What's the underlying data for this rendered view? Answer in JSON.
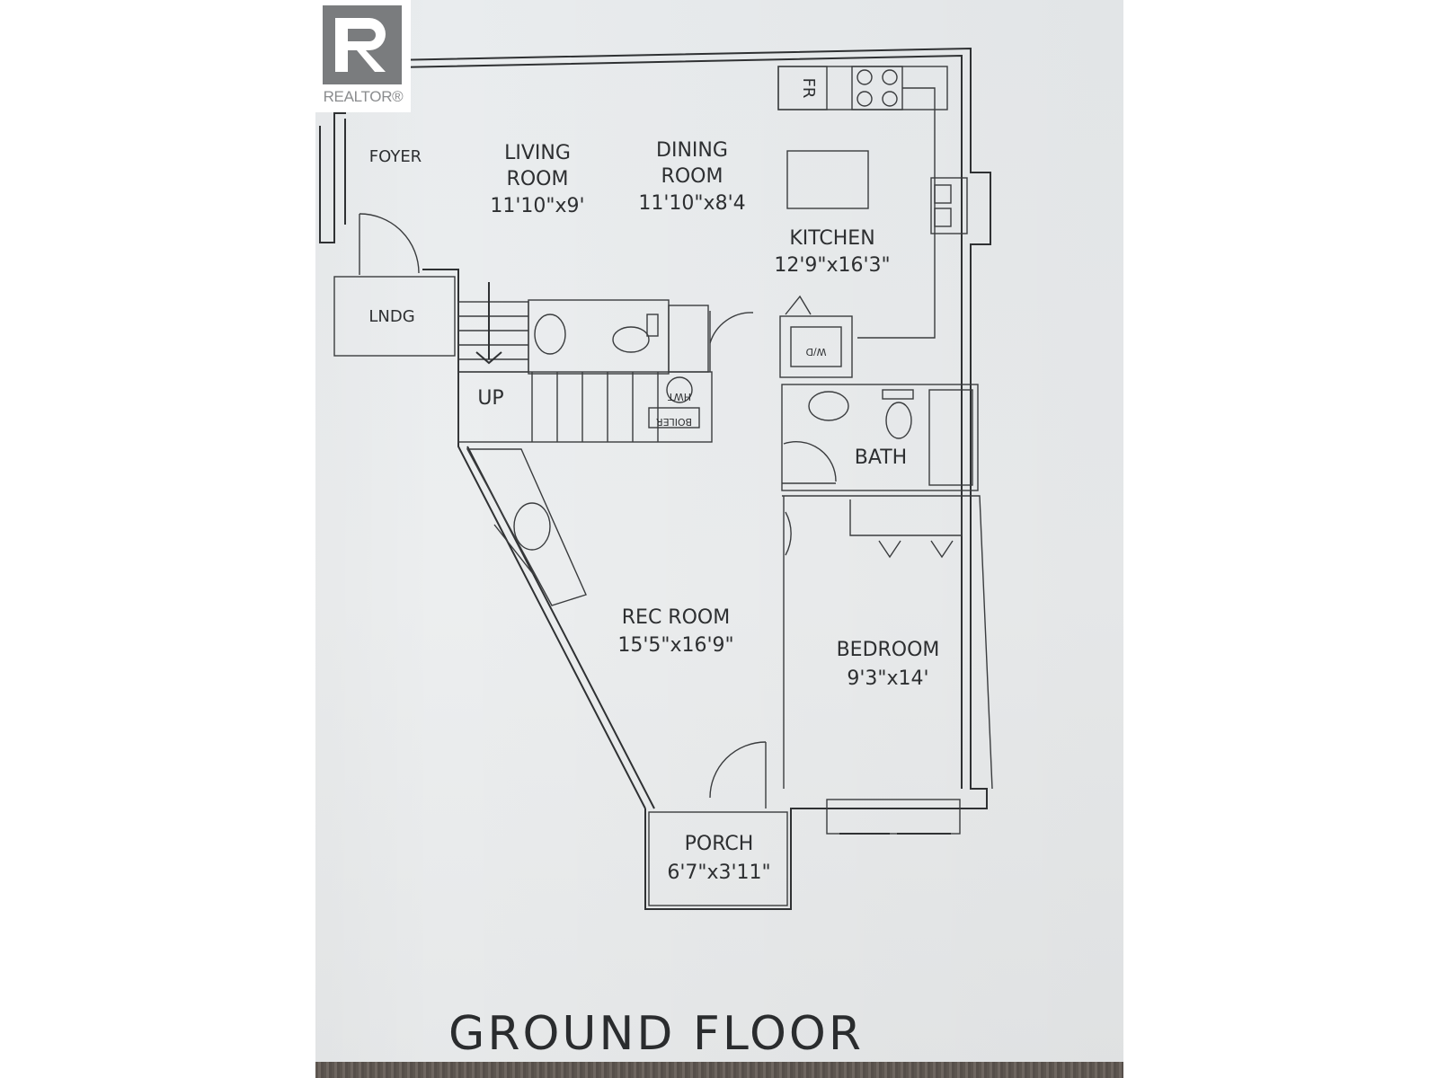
{
  "logo": {
    "text": "REALTOR®"
  },
  "title": "GROUND FLOOR",
  "rooms": {
    "foyer": {
      "name": "FOYER"
    },
    "living": {
      "name_line1": "LIVING",
      "name_line2": "ROOM",
      "size": "11'10\"x9'"
    },
    "dining": {
      "name_line1": "DINING",
      "name_line2": "ROOM",
      "size": "11'10\"x8'4"
    },
    "kitchen": {
      "name": "KITCHEN",
      "size": "12'9\"x16'3\""
    },
    "landing": {
      "name": "LNDG"
    },
    "stairs_up": {
      "name": "UP"
    },
    "bath": {
      "name": "BATH"
    },
    "rec": {
      "name": "REC ROOM",
      "size": "15'5\"x16'9\""
    },
    "bedroom": {
      "name": "BEDROOM",
      "size": "9'3\"x14'"
    },
    "porch": {
      "name": "PORCH",
      "size": "6'7\"x3'11\""
    }
  },
  "fixtures": {
    "fridge": "FR",
    "washer_dryer": "W/D",
    "hot_water_tank": "HWT",
    "boiler": "BOILER"
  }
}
